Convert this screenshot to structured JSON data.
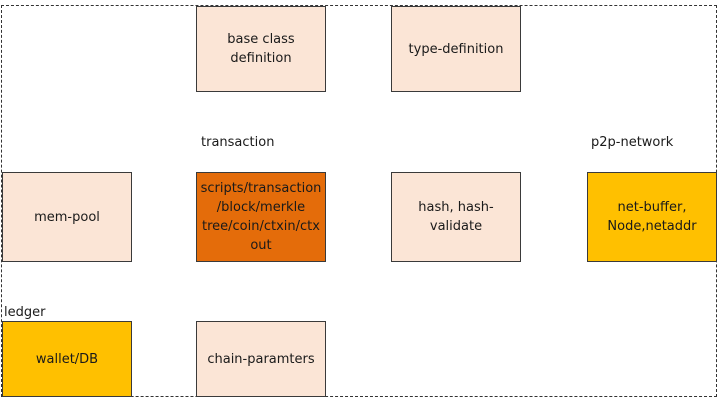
{
  "labels": {
    "transaction": "transaction",
    "p2p_network": "p2p-network",
    "ledger": "ledger"
  },
  "boxes": {
    "base_class": {
      "line1": "base class",
      "line2": "definition"
    },
    "type_definition": "type-definition",
    "mem_pool": "mem-pool",
    "transaction_core": {
      "line1": "scripts/transaction",
      "line2": "/block/merkle",
      "line3": "tree/coin/ctxin/ctx",
      "line4": "out"
    },
    "hash": "hash, hash-validate",
    "net_buffer": {
      "line1": "net-buffer,",
      "line2": "Node,netaddr"
    },
    "wallet": "wallet/DB",
    "chain_params": "chain-paramters"
  },
  "colors": {
    "light_box": "#fbe5d6",
    "highlight_box": "#e46c0a",
    "gold_box": "#ffc000"
  }
}
